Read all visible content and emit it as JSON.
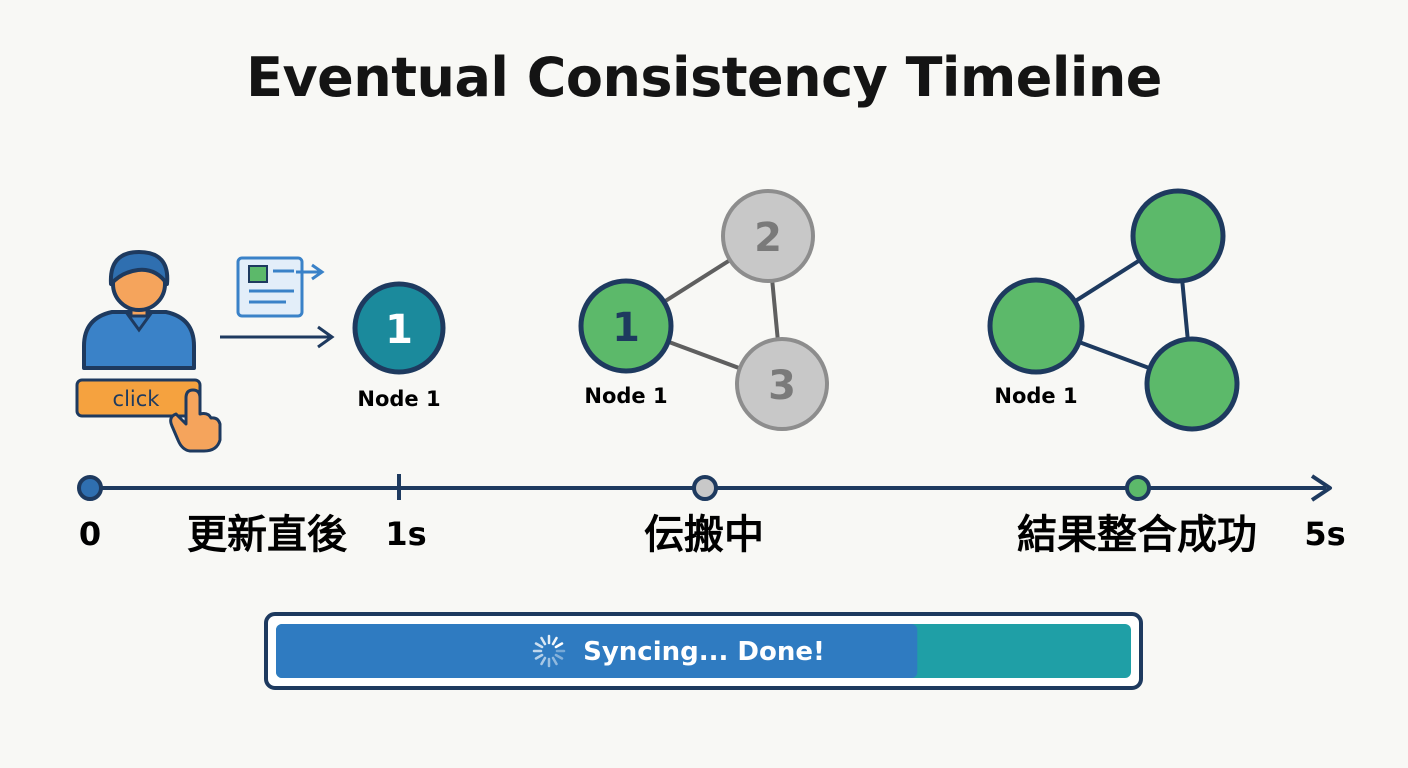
{
  "title": "Eventual Consistency Timeline",
  "user": {
    "click_label": "click"
  },
  "nodes": {
    "stage1": {
      "number": "1",
      "label": "Node 1"
    },
    "stage2": {
      "numbers": [
        "1",
        "2",
        "3"
      ],
      "label": "Node 1"
    },
    "stage3": {
      "label": "Node 1"
    }
  },
  "timeline": {
    "ticks": {
      "start": "0",
      "one_second": "1s",
      "end": "5s"
    },
    "phases": {
      "immediately_after_update": "更新直後",
      "propagating": "伝搬中",
      "eventually_consistent": "結果整合成功"
    }
  },
  "progress": {
    "label": "Syncing... Done!",
    "fill_fraction": 0.75
  },
  "colors": {
    "navy": "#1e3a5f",
    "teal": "#1b8a9c",
    "green": "#5cb96a",
    "gray": "#c8c8c8",
    "orange": "#f5a23f",
    "blue": "#2f7bc1"
  }
}
